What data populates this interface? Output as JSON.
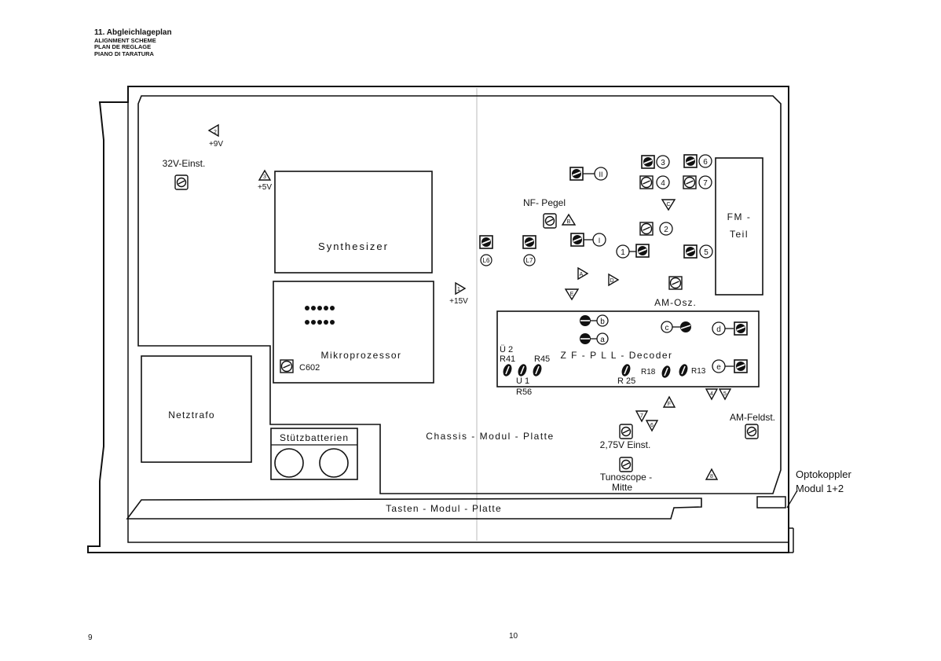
{
  "header": {
    "title": "11. Abgleichlageplan",
    "subtitles": [
      "ALIGNMENT SCHEME",
      "PLAN DE REGLAGE",
      "PIANO DI TARATURA"
    ]
  },
  "page_numbers": {
    "left": "9",
    "right": "10"
  },
  "labels": {
    "plus9v": "+9V",
    "plus5v": "+5V",
    "plus15v": "+15V",
    "einst32v": "32V-Einst.",
    "synthesizer": "Synthesizer",
    "mikroprozessor": "Mikroprozessor",
    "c602": "C602",
    "netztrafo": "Netztrafo",
    "stuetzbatterien": "Stützbatterien",
    "chassis": "Chassis - Modul - Platte",
    "tasten": "Tasten - Modul - Platte",
    "optokoppler_1": "Optokoppler",
    "optokoppler_2": "Modul 1+2",
    "nf_pegel": "NF- Pegel",
    "fm_teil_1": "FM -",
    "fm_teil_2": "Teil",
    "am_osz": "AM-Osz.",
    "zf_pll": "Z F - P L L - Decoder",
    "u2": "Ü 2",
    "r41": "R41",
    "r45": "R45",
    "u1": "U 1",
    "r56": "R56",
    "r18": "R18",
    "r13": "R13",
    "r25": "R 25",
    "am_feldst": "AM-Feldst.",
    "einst275v": "2,75V Einst.",
    "tunoscope_1": "Tunoscope -",
    "tunoscope_2": "Mitte"
  },
  "coils": {
    "l6": "L6",
    "l7": "L7"
  },
  "markers": {
    "n3": "3",
    "n4": "4",
    "n6": "6",
    "n7": "7",
    "n2": "2",
    "n1": "1",
    "n5": "5",
    "rII": "II",
    "rI": "I",
    "b": "b",
    "a": "a",
    "c": "c",
    "d": "d",
    "e": "e"
  },
  "triangles": {
    "t2": "2",
    "t3": "3",
    "t1": "1",
    "tB": "B",
    "tC": "C",
    "tA": "A",
    "tD": "D",
    "tE": "E",
    "t4": "4",
    "t5": "5",
    "tF": "F",
    "t7": "7",
    "t6": "6",
    "t8": "8"
  }
}
